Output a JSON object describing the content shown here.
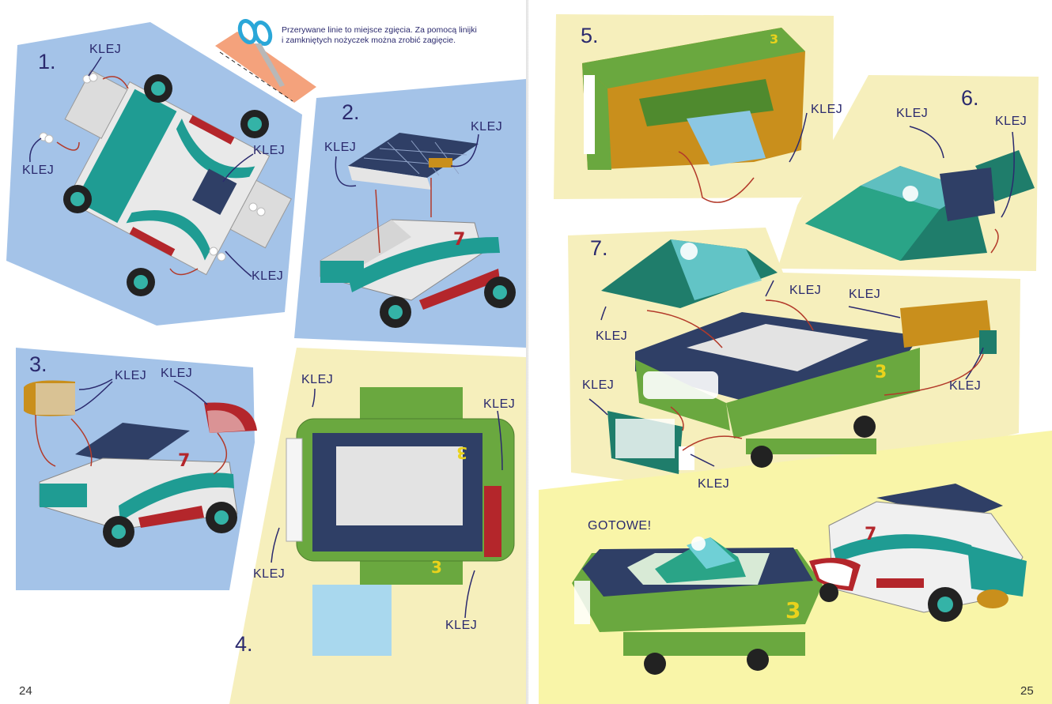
{
  "left_page": {
    "page_number": "24",
    "note": {
      "line1": "Przerywane linie to miejsce zgięcia. Za pomocą linijki",
      "line2": "i zamkniętych nożyczek można zrobić zagięcie."
    },
    "steps": [
      {
        "number": "1.",
        "labels": [
          "KLEJ",
          "KLEJ",
          "KLEJ",
          "KLEJ"
        ]
      },
      {
        "number": "2.",
        "labels": [
          "KLEJ",
          "KLEJ"
        ]
      },
      {
        "number": "3.",
        "labels": [
          "KLEJ",
          "KLEJ"
        ]
      },
      {
        "number": "4.",
        "labels": [
          "KLEJ",
          "KLEJ",
          "KLEJ",
          "KLEJ"
        ]
      }
    ]
  },
  "right_page": {
    "page_number": "25",
    "steps": [
      {
        "number": "5.",
        "labels": [
          "KLEJ"
        ]
      },
      {
        "number": "6.",
        "labels": [
          "KLEJ",
          "KLEJ"
        ]
      },
      {
        "number": "7.",
        "labels": [
          "KLEJ",
          "KLEJ",
          "KLEJ",
          "KLEJ",
          "KLEJ",
          "KLEJ"
        ]
      }
    ],
    "finished_label": "GOTOWE!",
    "car_numbers": {
      "white_car": "7",
      "green_car": "3"
    }
  },
  "colors": {
    "panel_blue": "#a4c3e8",
    "panel_yellow": "#f6efbc",
    "label_text": "#2b2a6e",
    "arrow_red": "#b33a2a",
    "arrow_navy": "#2b2a6e",
    "car_green": "#6aa83f",
    "car_teal": "#1f9c93",
    "solar_blue": "#2f3f66"
  }
}
